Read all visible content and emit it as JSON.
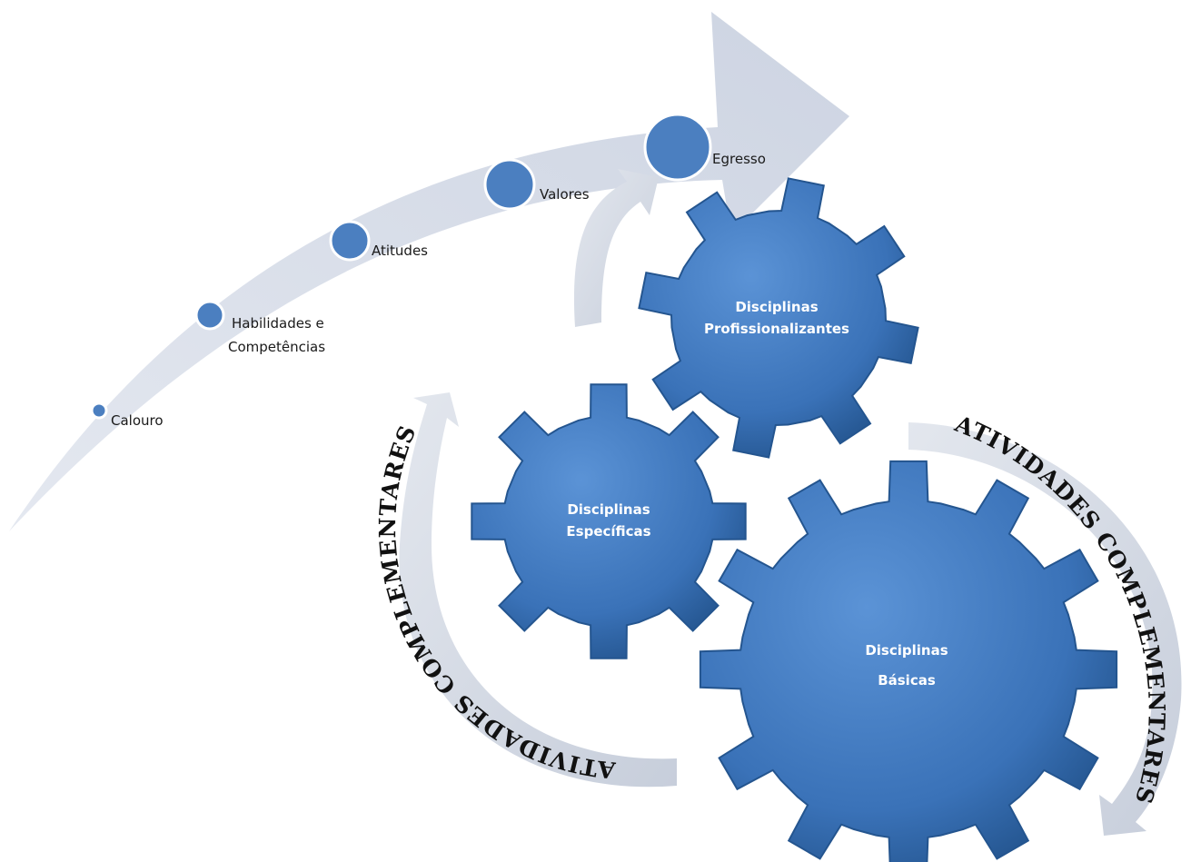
{
  "milestones": [
    {
      "label": "Calouro"
    },
    {
      "label": "Habilidades e",
      "label2": "Competências"
    },
    {
      "label": "Atitudes"
    },
    {
      "label": "Valores"
    },
    {
      "label": "Egresso"
    }
  ],
  "gears": {
    "profissionalizantes": {
      "line1": "Disciplinas",
      "line2": "Profissionalizantes"
    },
    "especificas": {
      "line1": "Disciplinas",
      "line2": "Específicas"
    },
    "basicas": {
      "line1": "Disciplinas",
      "line2": "Básicas"
    }
  },
  "complementary_left": "ATIVIDADES COMPLEMENTARES",
  "complementary_right": "ATIVIDADES COMPLEMENTARES",
  "colors": {
    "arrow": "#d5dbe7",
    "gear_fill": "#3f78bf",
    "gear_dark": "#24558f",
    "circle_fill": "#4b7fc0",
    "circle_ring": "#ffffff"
  }
}
